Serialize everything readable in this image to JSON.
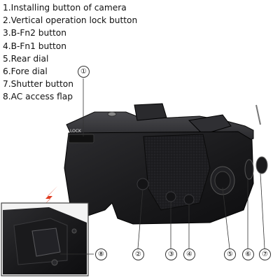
{
  "legend": {
    "items": [
      "1.Installing button of camera",
      "2.Vertical operation lock button",
      "3.B-Fn2 button",
      "4.B-Fn1 button",
      "5.Rear dial",
      "6.Fore dial",
      "7.Shutter button",
      "8.AC access flap"
    ]
  },
  "callouts": {
    "c1": "①",
    "c2": "②",
    "c3": "③",
    "c4": "④",
    "c5": "⑤",
    "c6": "⑥",
    "c7": "⑦",
    "c8": "⑧"
  },
  "device": {
    "lock_label": "LOCK"
  },
  "colors": {
    "body": "#1c1c1e",
    "highlight": "#3a3a3d",
    "arrow": "#e03a1e",
    "inset_border": "#444444"
  }
}
